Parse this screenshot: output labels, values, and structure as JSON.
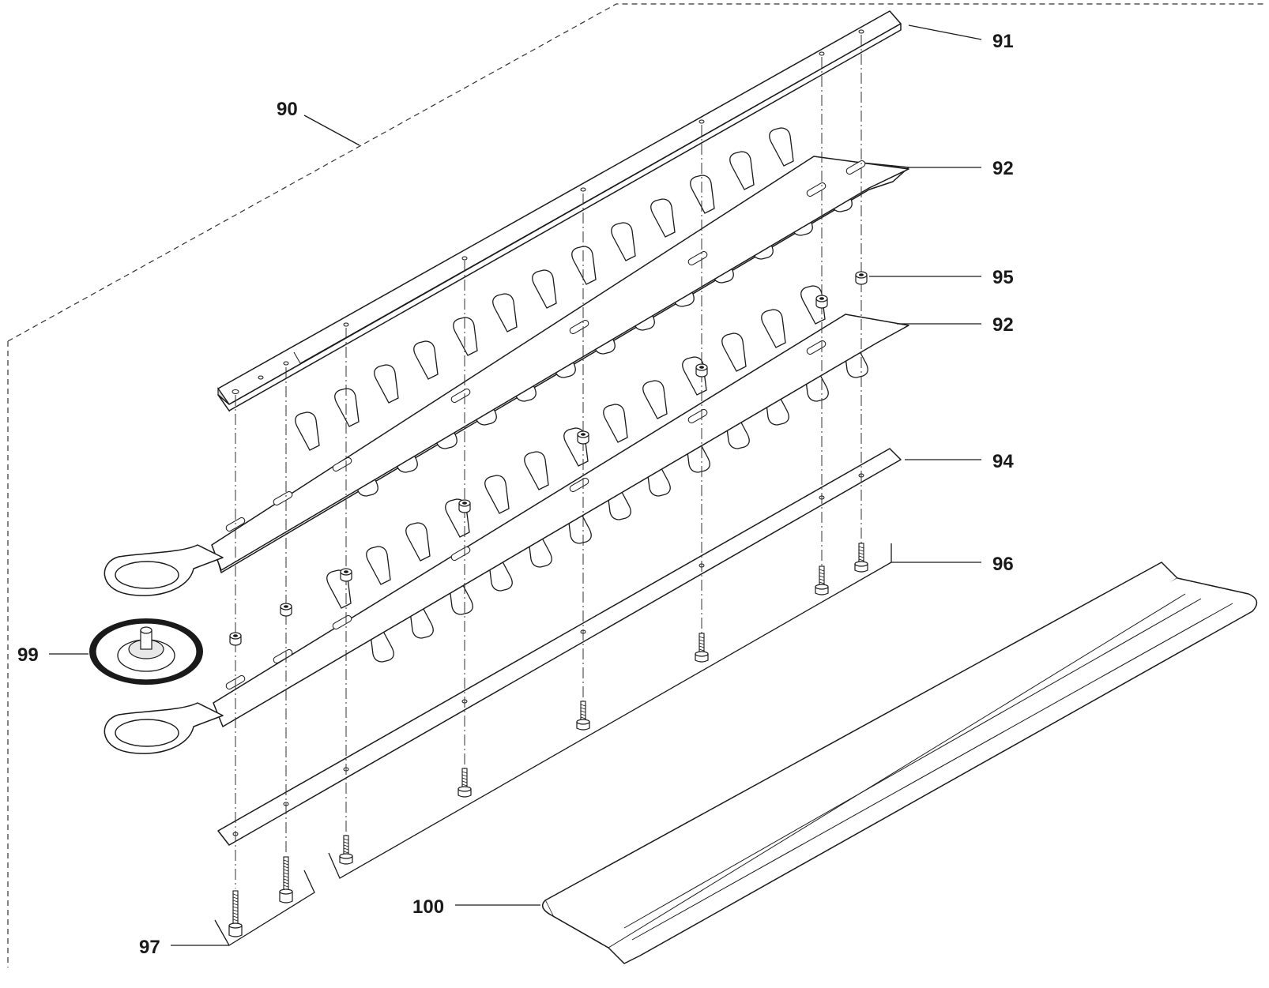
{
  "callouts": {
    "c90": "90",
    "c91": "91",
    "c92a": "92",
    "c95": "95",
    "c92b": "92",
    "c94": "94",
    "c96": "96",
    "c99": "99",
    "c97": "97",
    "c100": "100"
  }
}
